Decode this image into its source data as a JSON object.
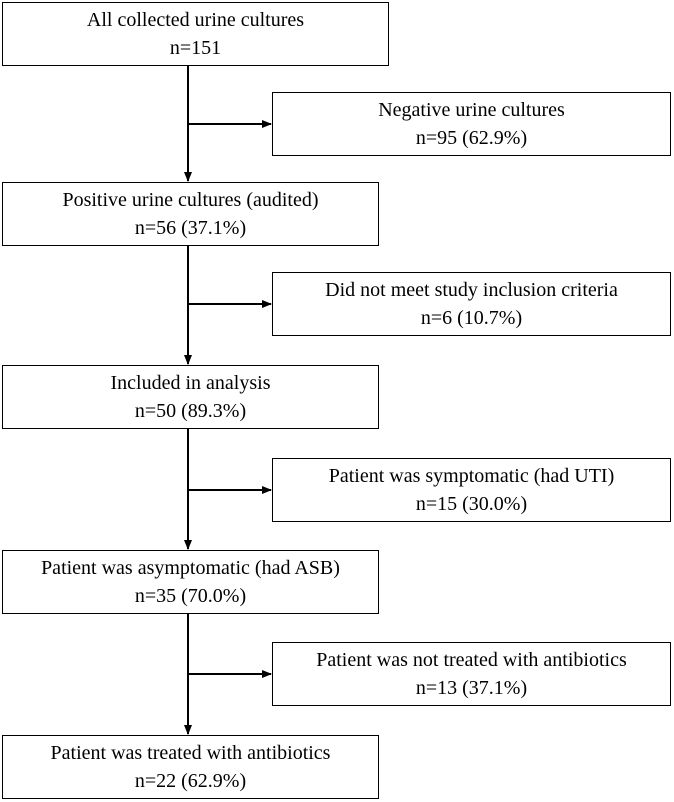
{
  "main_flow": [
    {
      "label": "All collected urine cultures",
      "count": "n=151"
    },
    {
      "label": "Positive urine cultures (audited)",
      "count": "n=56 (37.1%)"
    },
    {
      "label": "Included in analysis",
      "count": "n=50 (89.3%)"
    },
    {
      "label": "Patient was asymptomatic (had ASB)",
      "count": "n=35 (70.0%)"
    },
    {
      "label": "Patient was treated with antibiotics",
      "count": "n=22 (62.9%)"
    }
  ],
  "exclusions": [
    {
      "label": "Negative urine cultures",
      "count": "n=95 (62.9%)"
    },
    {
      "label": "Did not meet study inclusion criteria",
      "count": "n=6 (10.7%)"
    },
    {
      "label": "Patient was symptomatic (had UTI)",
      "count": "n=15 (30.0%)"
    },
    {
      "label": "Patient was not treated with antibiotics",
      "count": "n=13 (37.1%)"
    }
  ]
}
